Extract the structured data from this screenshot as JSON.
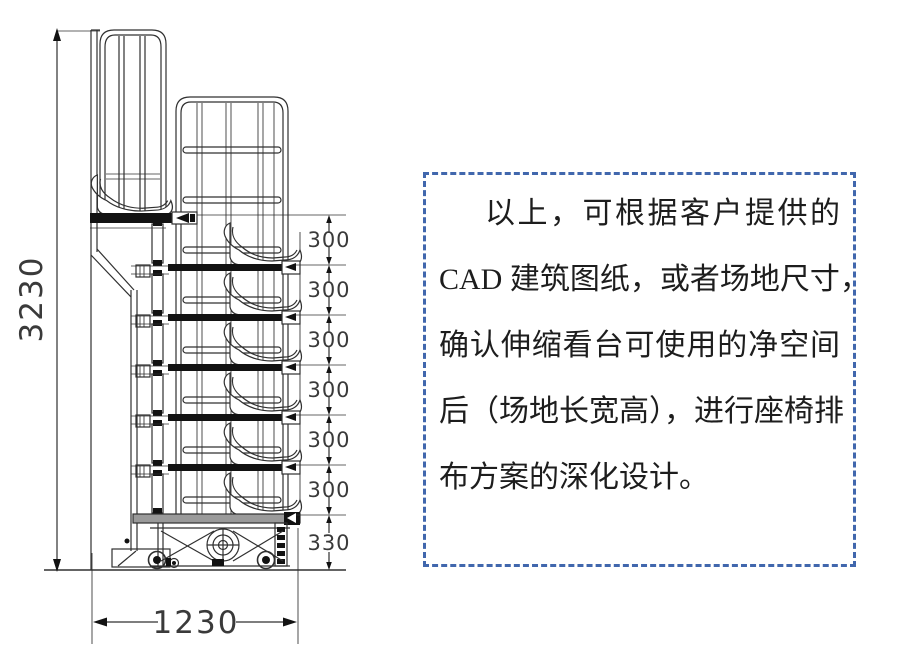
{
  "drawing": {
    "dims": {
      "total_height": "3230",
      "width": "1230",
      "row_spacings": [
        "300",
        "300",
        "300",
        "300",
        "300",
        "300"
      ],
      "base_height": "330"
    }
  },
  "note_box": {
    "border_color": "#4167ad",
    "lines": [
      "以上，可根据客户提供的",
      "CAD 建筑图纸，或者场地尺寸，",
      "确认伸缩看台可使用的净空间",
      "后（场地长宽高），进行座椅排",
      "布方案的深化设计。"
    ]
  },
  "colors": {
    "line": "#303030",
    "beam": "#121212",
    "deck_gray": "#9a9a9a"
  }
}
